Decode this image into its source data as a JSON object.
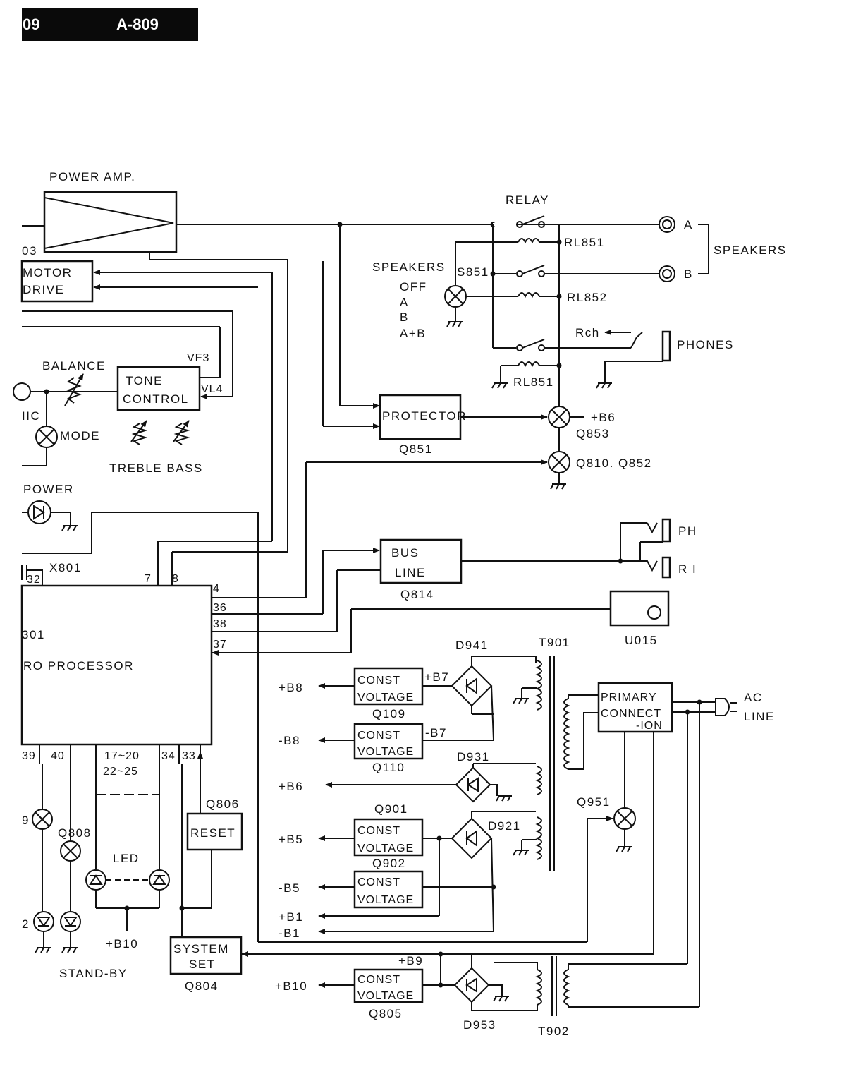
{
  "header": {
    "page_code": "09",
    "model": "A-809"
  },
  "labels": {
    "power_amp": "POWER AMP.",
    "relay": "RELAY",
    "rl851_top": "RL851",
    "rl852": "RL852",
    "rl851_bottom": "RL851",
    "speakers_group": "SPEAKERS",
    "speaker_a": "A",
    "speaker_b": "B",
    "speakers_switch": "SPEAKERS",
    "s851": "S851",
    "sw_off": "OFF",
    "sw_a": "A",
    "sw_b": "B",
    "sw_ab": "A+B",
    "rch": "Rch",
    "phones": "PHONES",
    "q03": "03",
    "motor_drive_1": "MOTOR",
    "motor_drive_2": "DRIVE",
    "balance": "BALANCE",
    "tone_control_1": "TONE",
    "tone_control_2": "CONTROL",
    "vf3": "VF3",
    "vl4": "VL4",
    "iic": "IIC",
    "mode": "MODE",
    "treble_bass": "TREBLE BASS",
    "protector": "PROTECTOR",
    "q851": "Q851",
    "b6_q853": "+B6",
    "q853": "Q853",
    "q810_q852": "Q810. Q852",
    "power": "POWER",
    "x801": "X801",
    "pin32": "32",
    "pin7": "7",
    "pin8": "8",
    "pin4": "4",
    "pin36": "36",
    "pin38": "38",
    "pin37": "37",
    "ic801": "301",
    "micro_processor": "RO PROCESSOR",
    "bus_line_1": "BUS",
    "bus_line_2": "LINE",
    "q814": "Q814",
    "ph": "PH",
    "r1": "R I",
    "u015": "U015",
    "d941": "D941",
    "t901": "T901",
    "b8p": "+B8",
    "const_voltage_1a": "CONST",
    "const_voltage_1b": "VOLTAGE",
    "b7p": "+B7",
    "q109": "Q109",
    "b8m": "-B8",
    "const_voltage_2a": "CONST",
    "const_voltage_2b": "VOLTAGE",
    "b7m": "-B7",
    "q110": "Q110",
    "d931": "D931",
    "b6p": "+B6",
    "q901": "Q901",
    "const_voltage_3a": "CONST",
    "const_voltage_3b": "VOLTAGE",
    "b5p": "+B5",
    "q902": "Q902",
    "d921": "D921",
    "b5m": "-B5",
    "const_voltage_4a": "CONST",
    "const_voltage_4b": "VOLTAGE",
    "b1p": "+B1",
    "b1m": "-B1",
    "primary_1": "PRIMARY",
    "primary_2": "CONNECT",
    "primary_3": "-ION",
    "ac": "AC",
    "line": "LINE",
    "q951": "Q951",
    "pin39": "39",
    "pin40": "40",
    "pins_a": "17~20",
    "pins_b": "22~25",
    "pin34": "34",
    "pin33": "33",
    "q806": "Q806",
    "reset": "RESET",
    "q809": "9",
    "q808": "Q808",
    "led": "LED",
    "b10_led": "+B10",
    "standby": "STAND-BY",
    "system_set_1": "SYSTEM",
    "system_set_2": "SET",
    "q804": "Q804",
    "b9": "+B9",
    "b10": "+B10",
    "const_voltage_5a": "CONST",
    "const_voltage_5b": "VOLTAGE",
    "q805": "Q805",
    "d953": "D953",
    "t902": "T902",
    "edge_r": "2"
  }
}
